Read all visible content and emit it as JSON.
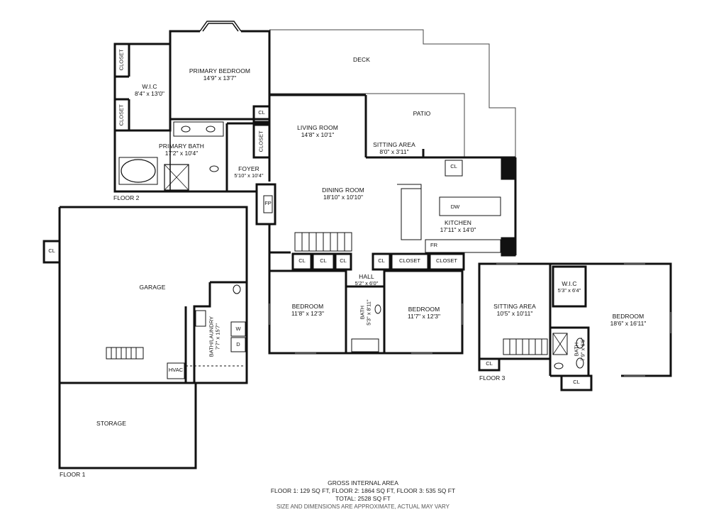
{
  "rooms": {
    "deck": {
      "name": "DECK"
    },
    "patio": {
      "name": "PATIO"
    },
    "primary_bedroom": {
      "name": "PRIMARY BEDROOM",
      "dims": "14'9\" x 13'7\""
    },
    "wic_main": {
      "name": "W.I.C",
      "dims": "8'4\" x 13'0\""
    },
    "closet_a": {
      "name": "CLOSET"
    },
    "closet_b": {
      "name": "CLOSET"
    },
    "primary_bath": {
      "name": "PRIMARY BATH",
      "dims": "17'2\" x 10'4\""
    },
    "cl_main_1": {
      "name": "CL"
    },
    "closet_foyer": {
      "name": "CLOSET"
    },
    "foyer": {
      "name": "FOYER",
      "dims": "5'10\" x 10'4\""
    },
    "living_room": {
      "name": "LIVING ROOM",
      "dims": "14'8\" x 10'1\""
    },
    "sitting_area_main": {
      "name": "SITTING AREA",
      "dims": "8'0\" x 3'11\""
    },
    "cl_kitchen": {
      "name": "CL"
    },
    "dining_room": {
      "name": "DINING ROOM",
      "dims": "18'10\" x 10'10\""
    },
    "fp": {
      "name": "FP"
    },
    "dw": {
      "name": "DW"
    },
    "kitchen": {
      "name": "KITCHEN",
      "dims": "17'11\" x 14'0\""
    },
    "fr": {
      "name": "FR"
    },
    "cl_hall_1": {
      "name": "CL"
    },
    "cl_hall_2": {
      "name": "CL"
    },
    "cl_hall_3": {
      "name": "CL"
    },
    "cl_hall_4": {
      "name": "CL"
    },
    "closet_hall_1": {
      "name": "CLOSET"
    },
    "closet_hall_2": {
      "name": "CLOSET"
    },
    "hall": {
      "name": "HALL",
      "dims": "5'2\" x 6'0\""
    },
    "bedroom_left": {
      "name": "BEDROOM",
      "dims": "11'8\" x 12'3\""
    },
    "bath_hall": {
      "name": "BATH",
      "dims": "5'3\" x 8'11\""
    },
    "bedroom_mid": {
      "name": "BEDROOM",
      "dims": "11'7\" x 12'3\""
    },
    "cl_garage": {
      "name": "CL"
    },
    "garage": {
      "name": "GARAGE"
    },
    "bath_laundry": {
      "name": "BATH/LAUNDRY",
      "dims": "7'7\" x 15'7\""
    },
    "washer": {
      "name": "W"
    },
    "dryer": {
      "name": "D"
    },
    "hvac": {
      "name": "HVAC"
    },
    "storage": {
      "name": "STORAGE"
    },
    "sitting_area_upper": {
      "name": "SITTING AREA",
      "dims": "10'5\" x 10'11\""
    },
    "wic_upper": {
      "name": "W.I.C",
      "dims": "5'3\" x 6'4\""
    },
    "bedroom_upper": {
      "name": "BEDROOM",
      "dims": "18'6\" x 16'11\""
    },
    "bath_upper": {
      "name": "BATH",
      "dims": "7'9\" x 6'6\""
    },
    "cl_upper_1": {
      "name": "CL"
    },
    "cl_upper_2": {
      "name": "CL"
    }
  },
  "floors": {
    "floor_1": "FLOOR 1",
    "floor_2": "FLOOR 2",
    "floor_3": "FLOOR 3"
  },
  "footer": {
    "heading": "GROSS INTERNAL AREA",
    "floor_areas": "FLOOR 1: 129 SQ FT, FLOOR 2: 1864 SQ FT, FLOOR 3: 535 SQ FT",
    "total": "TOTAL: 2528 SQ FT",
    "disclaimer": "SIZE AND DIMENSIONS ARE APPROXIMATE, ACTUAL MAY VARY"
  }
}
